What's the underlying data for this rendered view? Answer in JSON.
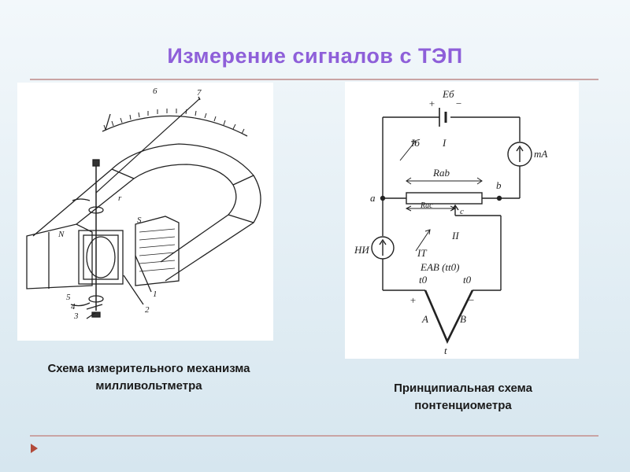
{
  "slide": {
    "title": "Измерение сигналов с ТЭП",
    "captions": {
      "left": "Схема измерительного механизма милливольтметра",
      "right": "Принципиальная схема понтенциометра"
    },
    "colors": {
      "title": "#8e5fd9",
      "rule": "#c9a4a4",
      "arrow": "#b24a3a"
    }
  },
  "millivoltmeter_labels": {
    "n1": "1",
    "n2": "2",
    "n3": "3",
    "n4": "4",
    "n5": "5",
    "n6": "6",
    "n7": "7",
    "N": "N",
    "S": "S",
    "r": "r"
  },
  "potentiometer_labels": {
    "plus_top": "+",
    "minus_top": "−",
    "E_b": "Eб",
    "I_b": "Iб",
    "roman1": "I",
    "mA": "mA",
    "R_ab": "Rab",
    "a": "a",
    "b": "b",
    "R_ac": "Rac",
    "c": "c",
    "roman2": "II",
    "NI": "НИ",
    "I_T": "IT",
    "E_AB": "EAB (tt0)",
    "t0_left": "t0",
    "t0_right": "t0",
    "plus_bottom": "+",
    "minus_bottom": "−",
    "A": "A",
    "B": "B",
    "t": "t"
  }
}
